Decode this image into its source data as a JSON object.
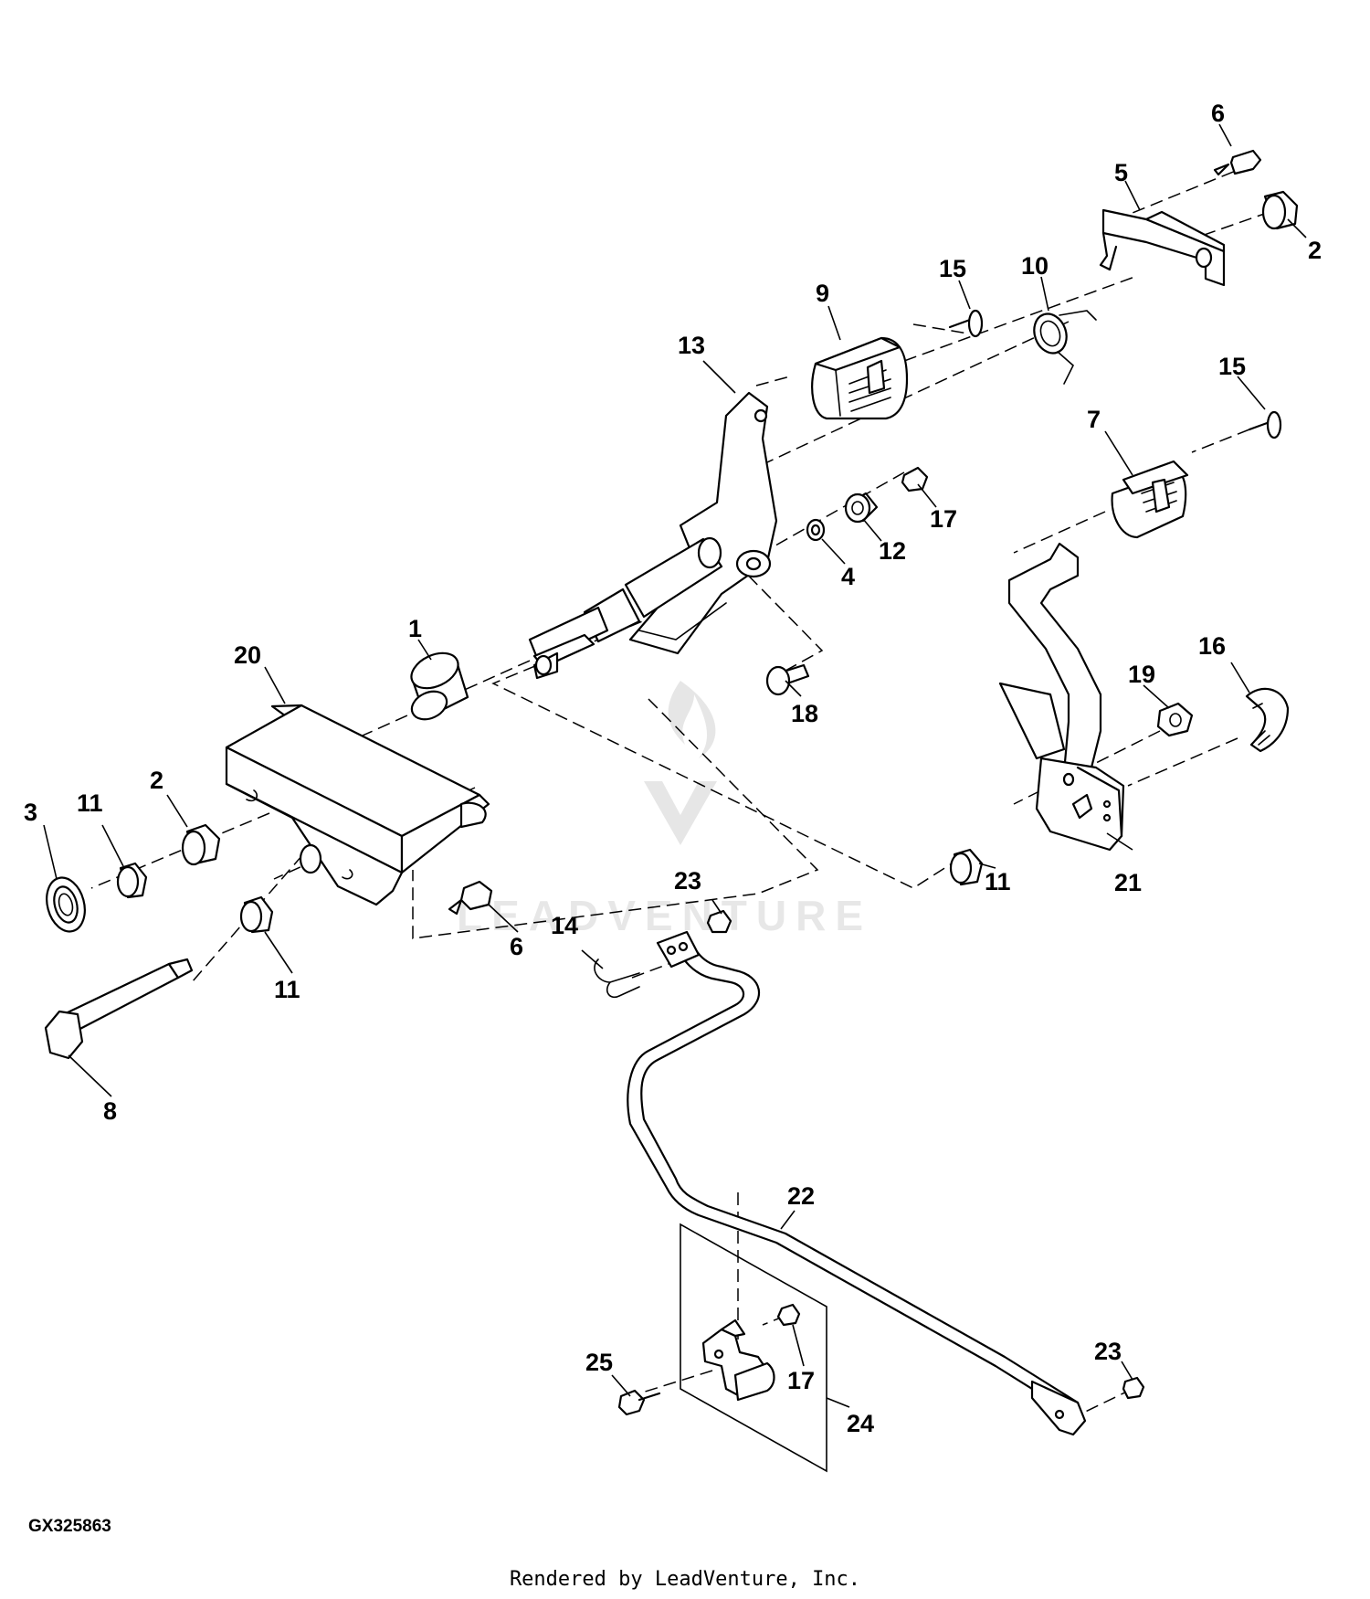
{
  "diagram": {
    "id_label": "GX325863",
    "footer": "Rendered by LeadVenture, Inc.",
    "watermark": "LEADVENTURE",
    "callouts": {
      "c1": "1",
      "c2a": "2",
      "c2b": "2",
      "c3": "3",
      "c4": "4",
      "c5": "5",
      "c6a": "6",
      "c6b": "6",
      "c7": "7",
      "c8": "8",
      "c9": "9",
      "c10": "10",
      "c11a": "11",
      "c11b": "11",
      "c11c": "11",
      "c12": "12",
      "c13": "13",
      "c14": "14",
      "c15a": "15",
      "c15b": "15",
      "c16": "16",
      "c17a": "17",
      "c17b": "17",
      "c18": "18",
      "c19": "19",
      "c20": "20",
      "c21": "21",
      "c22": "22",
      "c23a": "23",
      "c23b": "23",
      "c24": "24",
      "c25": "25"
    }
  }
}
